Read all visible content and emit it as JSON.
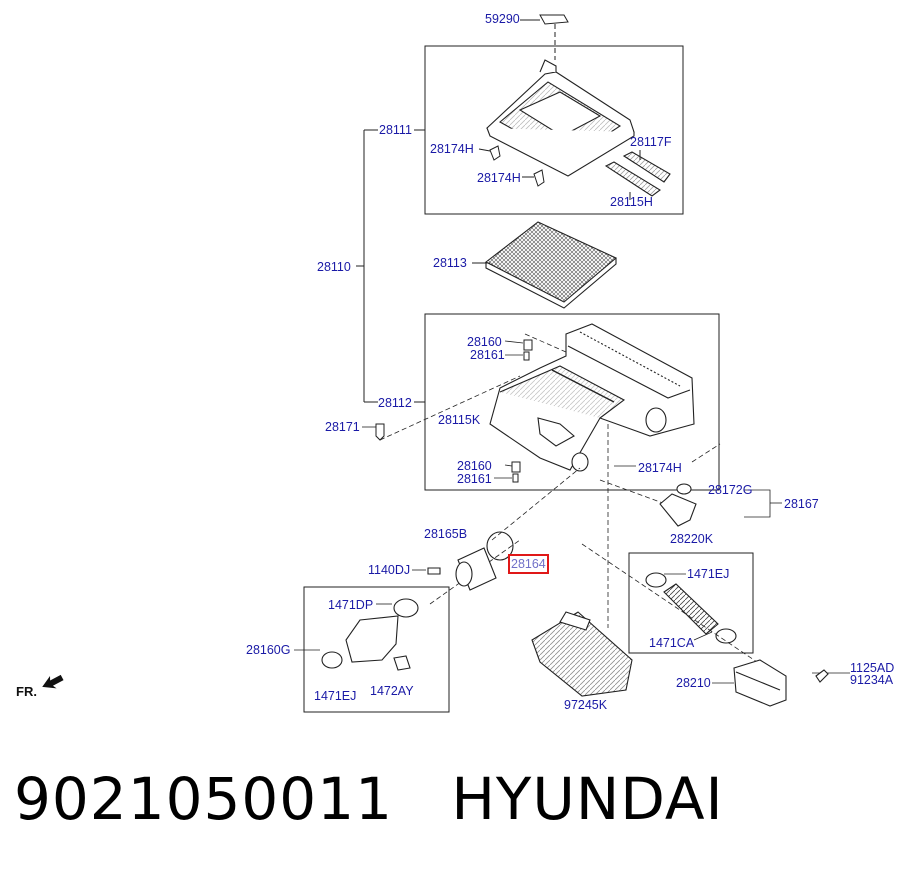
{
  "labels": {
    "p59290": "59290",
    "p28111": "28111",
    "p28174H_a": "28174H",
    "p28117F": "28117F",
    "p28174H_b": "28174H",
    "p28115H": "28115H",
    "p28110": "28110",
    "p28113": "28113",
    "p28160_a": "28160",
    "p28161_a": "28161",
    "p28112": "28112",
    "p28115K": "28115K",
    "p28171": "28171",
    "p28160_b": "28160",
    "p28174H_c": "28174H",
    "p28161_b": "28161",
    "p28172G": "28172G",
    "p28167": "28167",
    "p28165B": "28165B",
    "p28220K": "28220K",
    "p1140DJ": "1140DJ",
    "p28164": "28164",
    "p1471EJ_a": "1471EJ",
    "p1471DP": "1471DP",
    "p28160G": "28160G",
    "p1471CA": "1471CA",
    "p1125AD": "1125AD",
    "p91234A": "91234A",
    "p28210": "28210",
    "p1471EJ_b": "1471EJ",
    "p1472AY": "1472AY",
    "p97245K": "97245K"
  },
  "orientation": "FR.",
  "footer": "9021050011   HYUNDAI",
  "colors": {
    "label": "#1a1aa6",
    "line": "#222222",
    "highlight": "#e01818"
  },
  "icons": [
    "front-direction-arrow-icon"
  ]
}
